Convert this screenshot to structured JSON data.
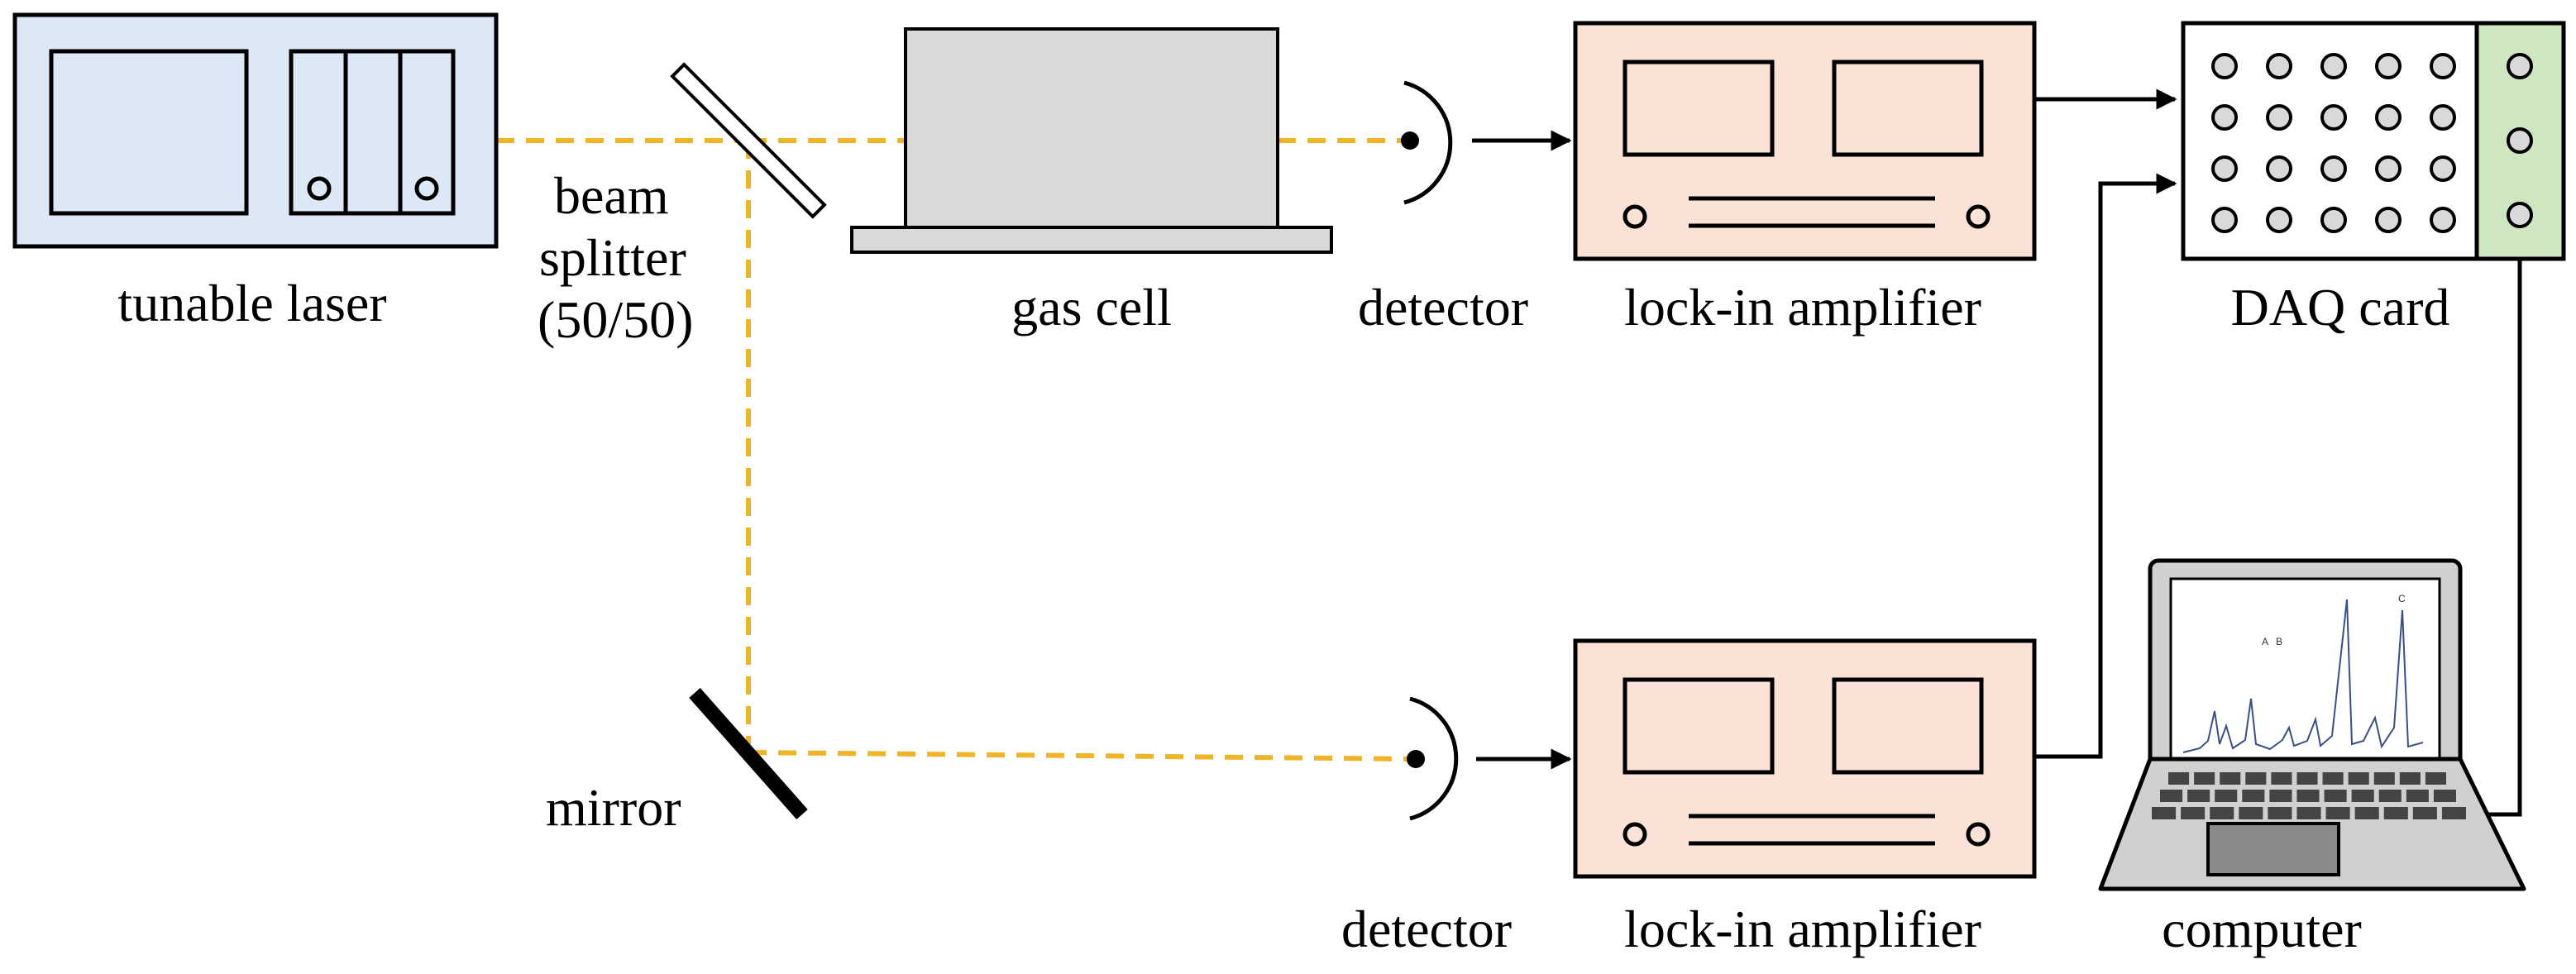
{
  "labels": {
    "tunable_laser": "tunable laser",
    "beam_splitter_line1": "beam",
    "beam_splitter_line2": "splitter",
    "beam_splitter_line3": "(50/50)",
    "gas_cell": "gas cell",
    "detector_top": "detector",
    "lockin_top": "lock-in amplifier",
    "daq_card": "DAQ card",
    "mirror": "mirror",
    "detector_bottom": "detector",
    "lockin_bottom": "lock-in amplifier",
    "computer": "computer"
  },
  "screen_markers": {
    "a": "A",
    "b": "B",
    "c": "C"
  },
  "colors": {
    "laser_fill": "#dce8f6",
    "lockin_fill": "#fae3d6",
    "daq_fill": "#ffffff",
    "daq_connector_fill": "#cfe6c3",
    "gas_cell_fill": "#d9d9d9",
    "laptop_fill": "#d0d0d0",
    "laptop_keys": "#444444",
    "beam": "#f0b429",
    "outline": "#000000"
  }
}
